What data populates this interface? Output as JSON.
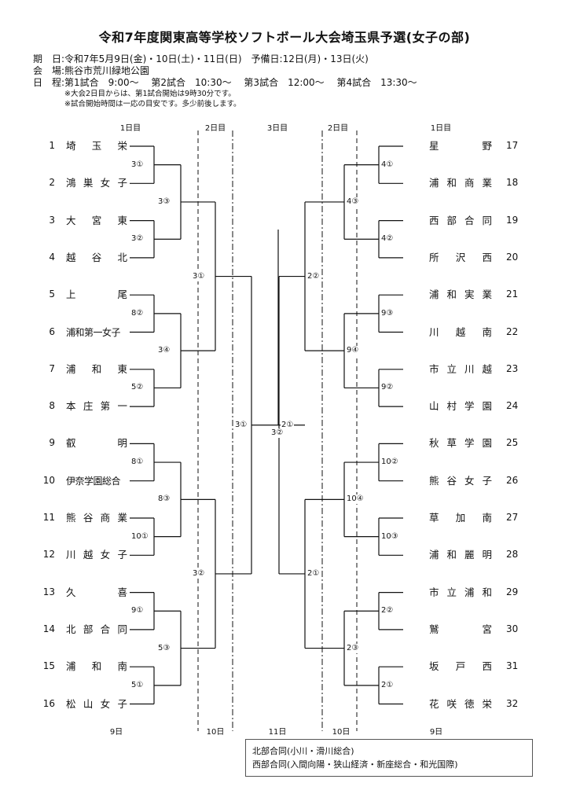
{
  "title": "令和7年度関東高等学校ソフトボール大会埼玉県予選(女子の部)",
  "info": {
    "period_label": "期　日:",
    "period_value": "令和7年5月9日(金)・10日(土)・11日(日)　予備日:12日(月)・13日(火)",
    "venue_label": "会　場:",
    "venue_value": "熊谷市荒川緑地公園",
    "schedule_label": "日　程:",
    "schedule_value": "第1試合　9:00～　 第2試合　10:30～　 第3試合　12:00～　 第4試合　13:30～",
    "note1": "※大会2日目からは、第1試合開始は9時30分です。",
    "note2": "※試合開始時間は一応の目安です。多少前後します。"
  },
  "day_headers_top": [
    "1日目",
    "2日目",
    "3日目",
    "2日目",
    "1日目"
  ],
  "day_headers_bottom": [
    "9日",
    "10日",
    "11日",
    "10日",
    "9日"
  ],
  "teams_left": [
    {
      "no": "1",
      "name": "埼玉栄"
    },
    {
      "no": "2",
      "name": "鴻巣女子"
    },
    {
      "no": "3",
      "name": "大宮東"
    },
    {
      "no": "4",
      "name": "越谷北"
    },
    {
      "no": "5",
      "name": "上尾"
    },
    {
      "no": "6",
      "name": "浦和第一女子"
    },
    {
      "no": "7",
      "name": "浦和東"
    },
    {
      "no": "8",
      "name": "本庄第一"
    },
    {
      "no": "9",
      "name": "叡明"
    },
    {
      "no": "10",
      "name": "伊奈学園総合"
    },
    {
      "no": "11",
      "name": "熊谷商業"
    },
    {
      "no": "12",
      "name": "川越女子"
    },
    {
      "no": "13",
      "name": "久喜"
    },
    {
      "no": "14",
      "name": "北部合同"
    },
    {
      "no": "15",
      "name": "浦和南"
    },
    {
      "no": "16",
      "name": "松山女子"
    }
  ],
  "teams_right": [
    {
      "no": "17",
      "name": "星野"
    },
    {
      "no": "18",
      "name": "浦和商業"
    },
    {
      "no": "19",
      "name": "西部合同"
    },
    {
      "no": "20",
      "name": "所沢西"
    },
    {
      "no": "21",
      "name": "浦和実業"
    },
    {
      "no": "22",
      "name": "川越南"
    },
    {
      "no": "23",
      "name": "市立川越"
    },
    {
      "no": "24",
      "name": "山村学園"
    },
    {
      "no": "25",
      "name": "秋草学園"
    },
    {
      "no": "26",
      "name": "熊谷女子"
    },
    {
      "no": "27",
      "name": "草加南"
    },
    {
      "no": "28",
      "name": "浦和麗明"
    },
    {
      "no": "29",
      "name": "市立浦和"
    },
    {
      "no": "30",
      "name": "鷲宮"
    },
    {
      "no": "31",
      "name": "坂戸西"
    },
    {
      "no": "32",
      "name": "花咲徳栄"
    }
  ],
  "matches_left_r1": [
    "3①",
    "3②",
    "8②",
    "5②",
    "8①",
    "10①",
    "9①",
    "5①"
  ],
  "matches_left_r2": [
    "3③",
    "3④",
    "8③",
    "5③"
  ],
  "matches_left_r3": [
    "3①",
    "3②"
  ],
  "match_left_semi": "3①",
  "match_final": "3②",
  "match_right_semi": "2①",
  "matches_right_r3": [
    "2②",
    "2①"
  ],
  "matches_right_r2": [
    "4③",
    "9④",
    "10④",
    "2③"
  ],
  "matches_right_r1": [
    "4①",
    "4②",
    "9③",
    "9②",
    "10②",
    "10③",
    "2②",
    "2①"
  ],
  "footnotes": [
    "北部合同(小川・滑川総合)",
    "西部合同(入間向陽・狭山経済・新座総合・和光国際)"
  ]
}
